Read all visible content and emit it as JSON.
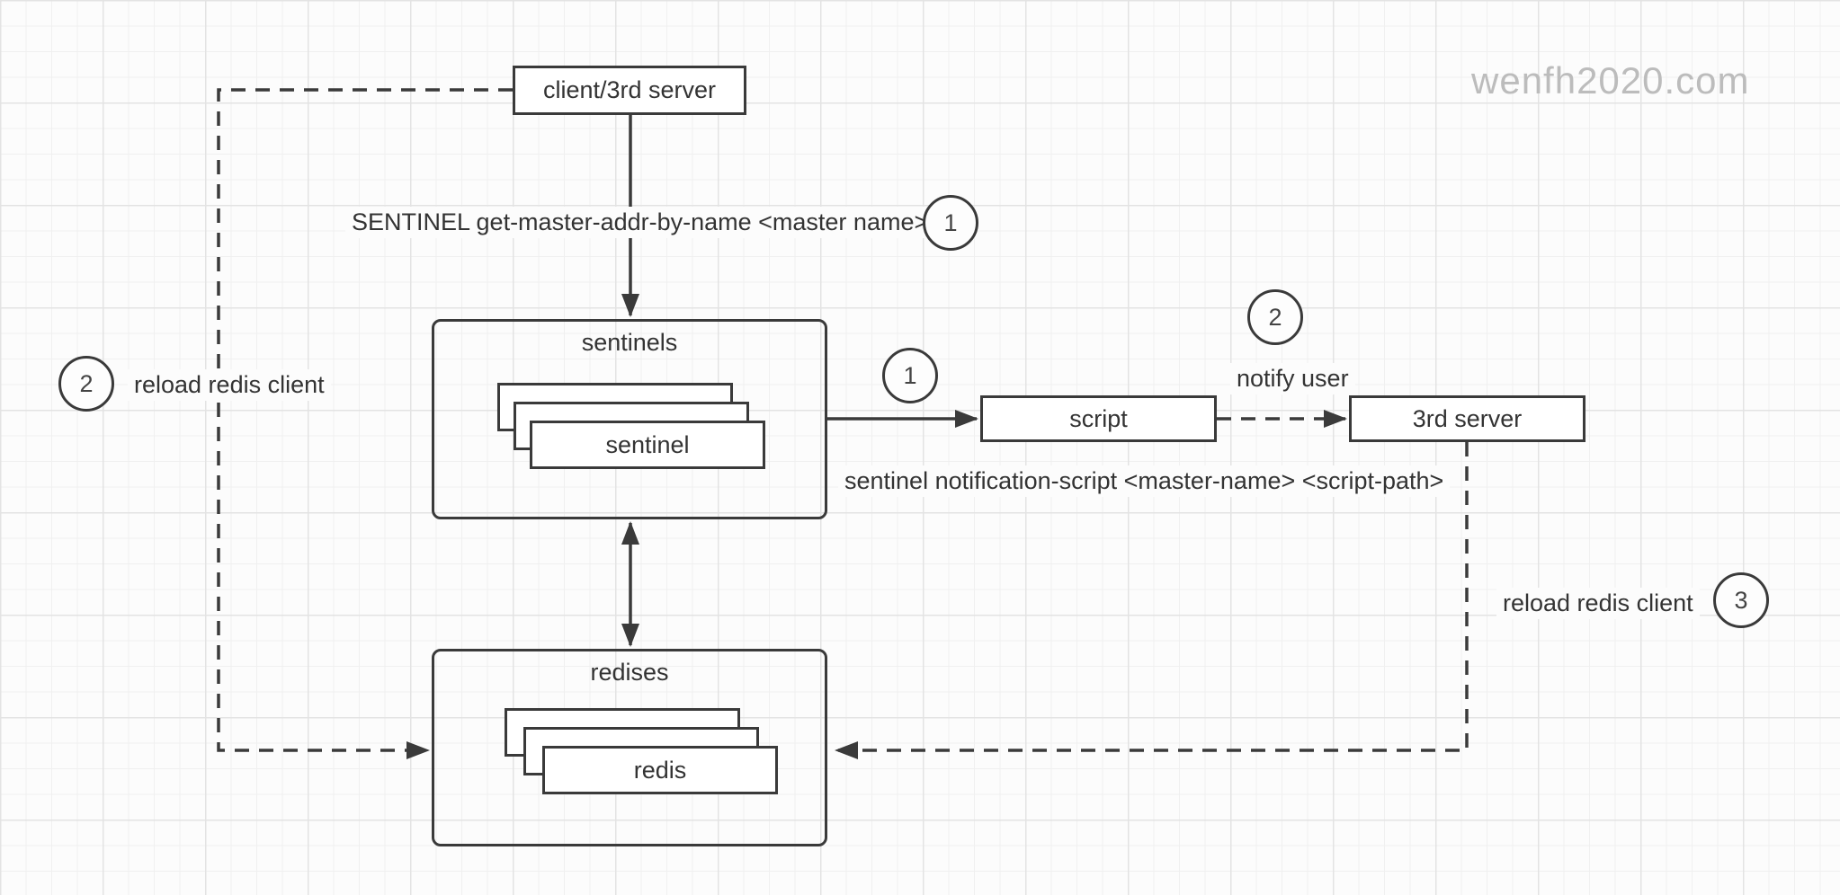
{
  "watermark": "wenfh2020.com",
  "nodes": {
    "client": {
      "label": "client/3rd server"
    },
    "sentinels": {
      "title": "sentinels",
      "item_label": "sentinel"
    },
    "script": {
      "label": "script"
    },
    "third_server": {
      "label": "3rd server"
    },
    "redises": {
      "title": "redises",
      "item_label": "redis"
    }
  },
  "labels": {
    "get_master": "SENTINEL get-master-addr-by-name <master name>",
    "notification_script": "sentinel notification-script <master-name> <script-path>",
    "notify_user": "notify user",
    "reload_left": "reload redis client",
    "reload_right": "reload redis client"
  },
  "badges": {
    "get_master": "1",
    "script_arrow": "1",
    "notify_user": "2",
    "reload_left": "2",
    "reload_right": "3"
  },
  "colors": {
    "line": "#3a3a3a",
    "text": "#333333",
    "watermark": "#bcbcbc",
    "background": "#fcfcfc",
    "grid_minor": "#f0f0f0",
    "grid_major": "#e3e3e3",
    "node_background": "#ffffff"
  }
}
